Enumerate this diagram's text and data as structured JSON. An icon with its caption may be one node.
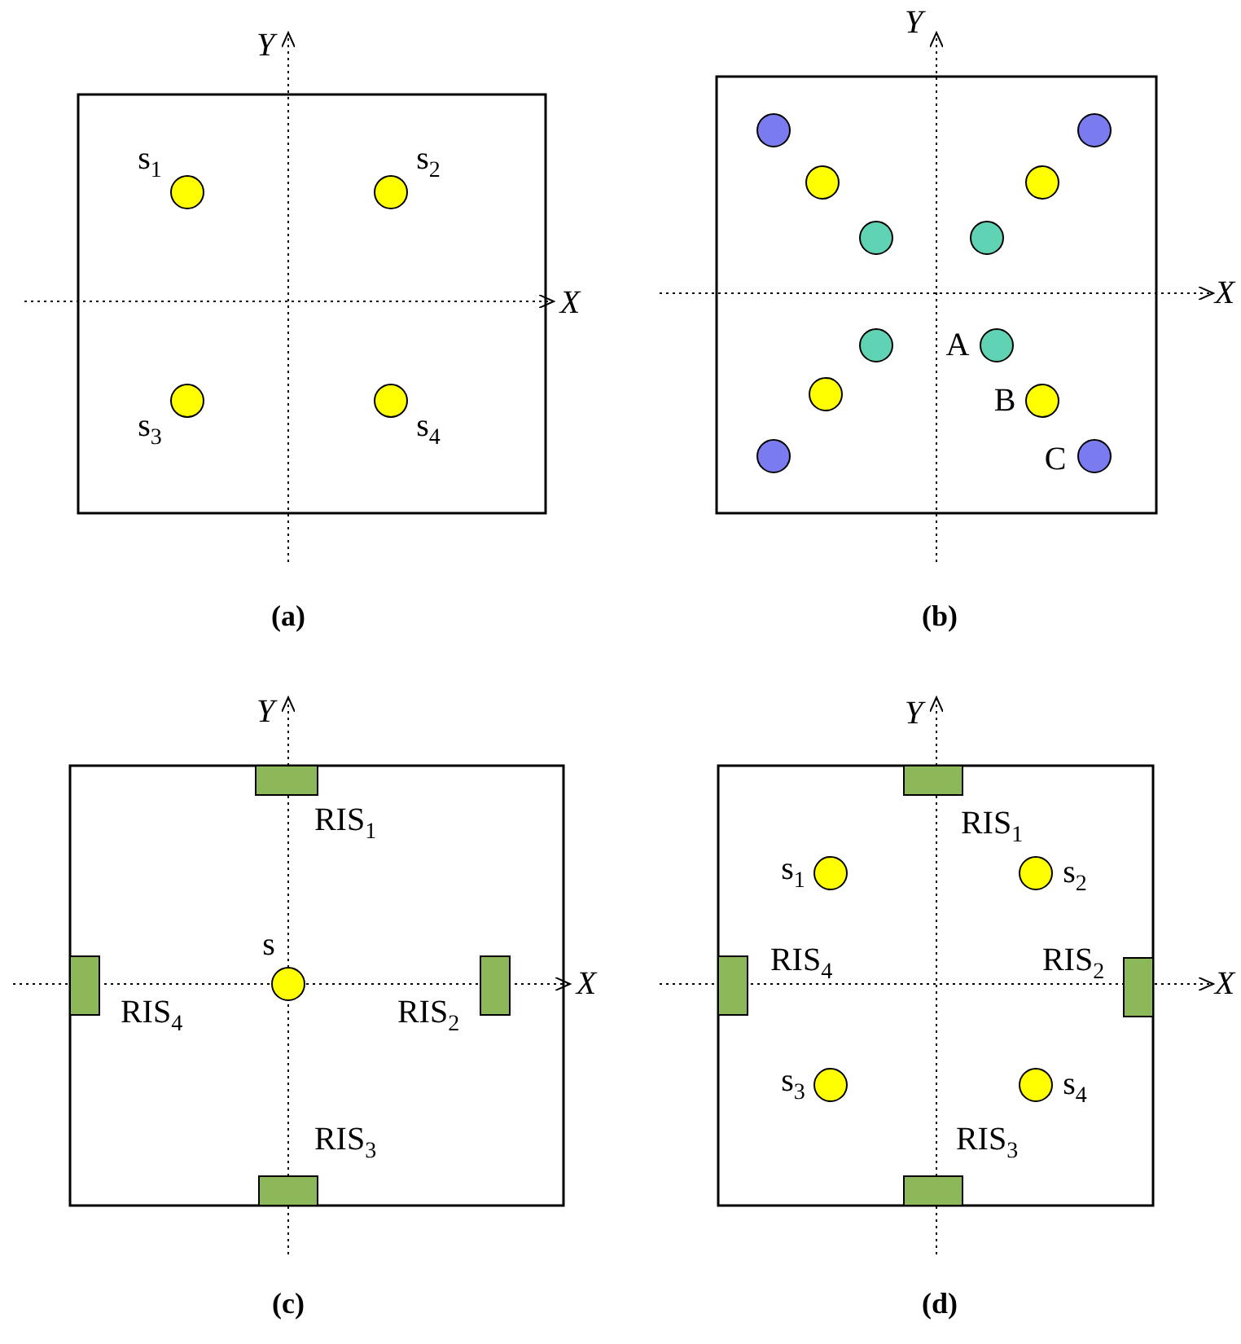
{
  "diagram": {
    "labels": [
      "Y",
      "s$_{1}$",
      "s$_{2}$",
      "X",
      "s$_{3}$",
      "s$_{4}$",
      "(a)",
      "Y",
      "X",
      "A",
      "B",
      "C",
      "(b)",
      "Y",
      "RIS$_{1}$",
      "s",
      "X",
      "RIS$_{4}$",
      "RIS$_{2}$",
      "RIS$_{3}$",
      "(c)",
      "Y",
      "RIS$_{1}$",
      "s$_{1}$",
      "s$_{2}$",
      "RIS$_{4}$",
      "RIS$_{2}$",
      "X",
      "s$_{3}$",
      "s$_{4}$",
      "RIS$_{3}$",
      "(d)"
    ]
  }
}
